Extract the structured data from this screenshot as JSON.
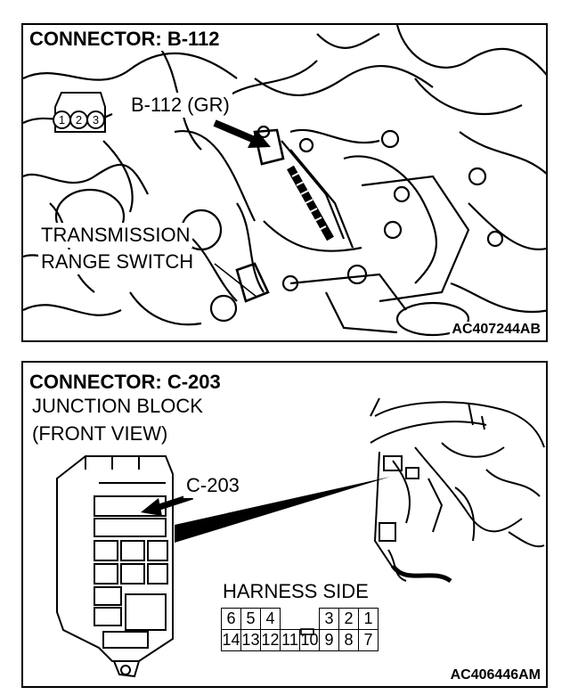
{
  "panel_top": {
    "header": "CONNECTOR: B-112",
    "connector_label": "B-112 (GR)",
    "component_label_lines": [
      "TRANSMISSION",
      "RANGE SWITCH"
    ],
    "connector_pins": [
      "1",
      "2",
      "3"
    ],
    "image_code": "AC407244AB"
  },
  "panel_bottom": {
    "header": "CONNECTOR: C-203",
    "caption_lines": [
      "JUNCTION BLOCK",
      "(FRONT VIEW)"
    ],
    "connector_label": "C-203",
    "harness_label": "HARNESS SIDE",
    "pin_rows": [
      [
        "6",
        "5",
        "4",
        "",
        "",
        "3",
        "2",
        "1"
      ],
      [
        "14",
        "13",
        "12",
        "11",
        "10",
        "9",
        "8",
        "7"
      ]
    ],
    "image_code": "AC406446AM"
  }
}
